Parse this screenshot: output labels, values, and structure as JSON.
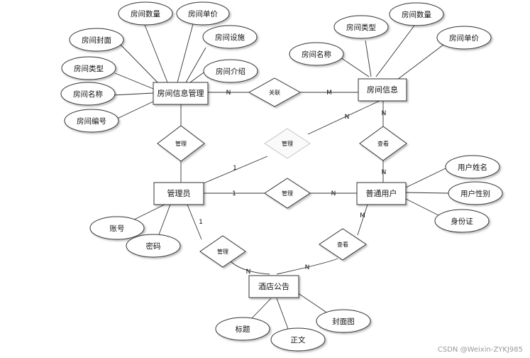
{
  "diagram": {
    "entities": {
      "room_info_mgmt": "房间信息管理",
      "room_info": "房间信息",
      "admin": "管理员",
      "user": "普通用户",
      "notice": "酒店公告"
    },
    "attributes": {
      "rim_qty": "房间数量",
      "rim_price": "房间单价",
      "rim_cover": "房间封面",
      "rim_facility": "房间设施",
      "rim_type": "房间类型",
      "rim_intro": "房间介绍",
      "rim_name": "房间名称",
      "rim_no": "房间编号",
      "ri_type": "房间类型",
      "ri_qty": "房间数量",
      "ri_name": "房间名称",
      "ri_price": "房间单价",
      "u_name": "用户姓名",
      "u_gender": "用户性别",
      "u_id": "身份证",
      "a_account": "账号",
      "a_password": "密码",
      "n_title": "标题",
      "n_body": "正文",
      "n_cover": "封面图"
    },
    "relationships": {
      "assoc": "关联",
      "manage_rim": "管理",
      "manage_ri": "管理",
      "view_ri": "查看",
      "manage_user": "管理",
      "manage_notice": "管理",
      "view_notice": "查看"
    },
    "cardinalities": {
      "assoc_left": "N",
      "assoc_right": "M",
      "admin_ri_1": "1",
      "admin_ri_n": "N",
      "ri_view_n": "N",
      "user_view_n": "N",
      "admin_user_1": "1",
      "admin_user_n": "N",
      "admin_notice_1": "1",
      "notice_admin_n": "N",
      "notice_user_n": "N",
      "user_notice_m": "M"
    }
  },
  "watermark": "CSDN @Weixin-ZYKJ985"
}
